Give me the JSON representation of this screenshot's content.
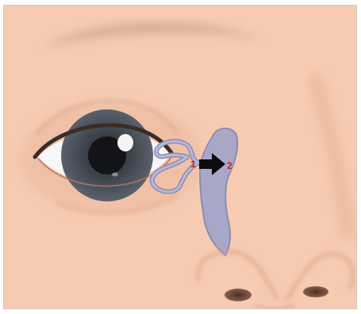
{
  "colors": {
    "skin": "#f6cbb2",
    "skin_shadow": "#e5a98b",
    "brow": "#c99a86",
    "iris": "#4a4f57",
    "pupil": "#121417",
    "sclera": "#f7f7f7",
    "duct": "#a8a7c8",
    "duct_outline": "#8d8cb4",
    "arrow": "#0c0c0c",
    "marker_text": "#c62222",
    "frame": "#c9c9c9"
  },
  "markers": {
    "start_label": "1",
    "end_label": "2"
  },
  "arrow": {
    "icon": "right-arrow-icon",
    "direction": "right"
  }
}
